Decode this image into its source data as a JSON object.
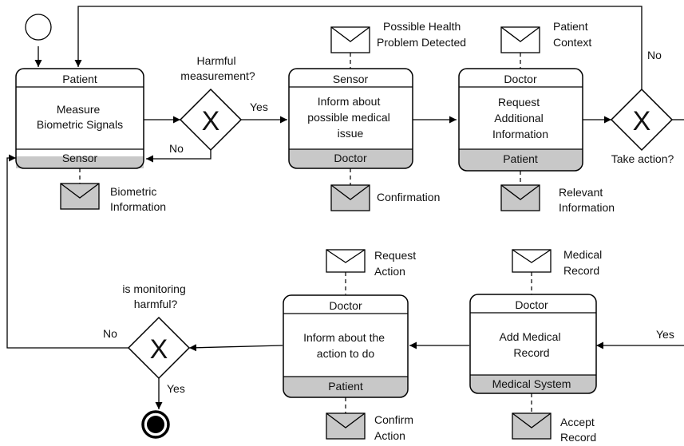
{
  "tasks": {
    "measure": {
      "top": "Patient",
      "body": [
        "Measure",
        "Biometric Signals"
      ],
      "bottom": "Sensor"
    },
    "inform_issue": {
      "top": "Sensor",
      "body": [
        "Inform about",
        "possible medical",
        "issue"
      ],
      "bottom": "Doctor"
    },
    "request_info": {
      "top": "Doctor",
      "body": [
        "Request",
        "Additional",
        "Information"
      ],
      "bottom": "Patient"
    },
    "add_record": {
      "top": "Doctor",
      "body": [
        "Add Medical",
        "Record"
      ],
      "bottom": "Medical System"
    },
    "inform_action": {
      "top": "Doctor",
      "body": [
        "Inform about the",
        "action to do"
      ],
      "bottom": "Patient"
    }
  },
  "gateways": {
    "harmful_measurement": {
      "symbol": "X",
      "label": [
        "Harmful",
        "measurement?"
      ]
    },
    "take_action": {
      "symbol": "X",
      "label": [
        "Take action?"
      ]
    },
    "monitoring_harmful": {
      "symbol": "X",
      "label": [
        "is monitoring",
        "harmful?"
      ]
    }
  },
  "messages": {
    "biometric": [
      "Biometric",
      "Information"
    ],
    "health_problem": [
      "Possible Health",
      "Problem Detected"
    ],
    "confirmation": [
      "Confirmation"
    ],
    "patient_context": [
      "Patient",
      "Context"
    ],
    "relevant_info": [
      "Relevant",
      "Information"
    ],
    "medical_record": [
      "Medical",
      "Record"
    ],
    "accept_record": [
      "Accept",
      "Record"
    ],
    "request_action": [
      "Request",
      "Action"
    ],
    "confirm_action": [
      "Confirm",
      "Action"
    ]
  },
  "flow_labels": {
    "yes_1": "Yes",
    "no_1": "No",
    "no_2": "No",
    "yes_2": "Yes",
    "no_3": "No",
    "yes_3": "Yes"
  },
  "colors": {
    "participant_band": "#c8c8c8",
    "envelope_initiating": "#ffffff",
    "envelope_response": "#c8c8c8",
    "stroke": "#000000"
  }
}
